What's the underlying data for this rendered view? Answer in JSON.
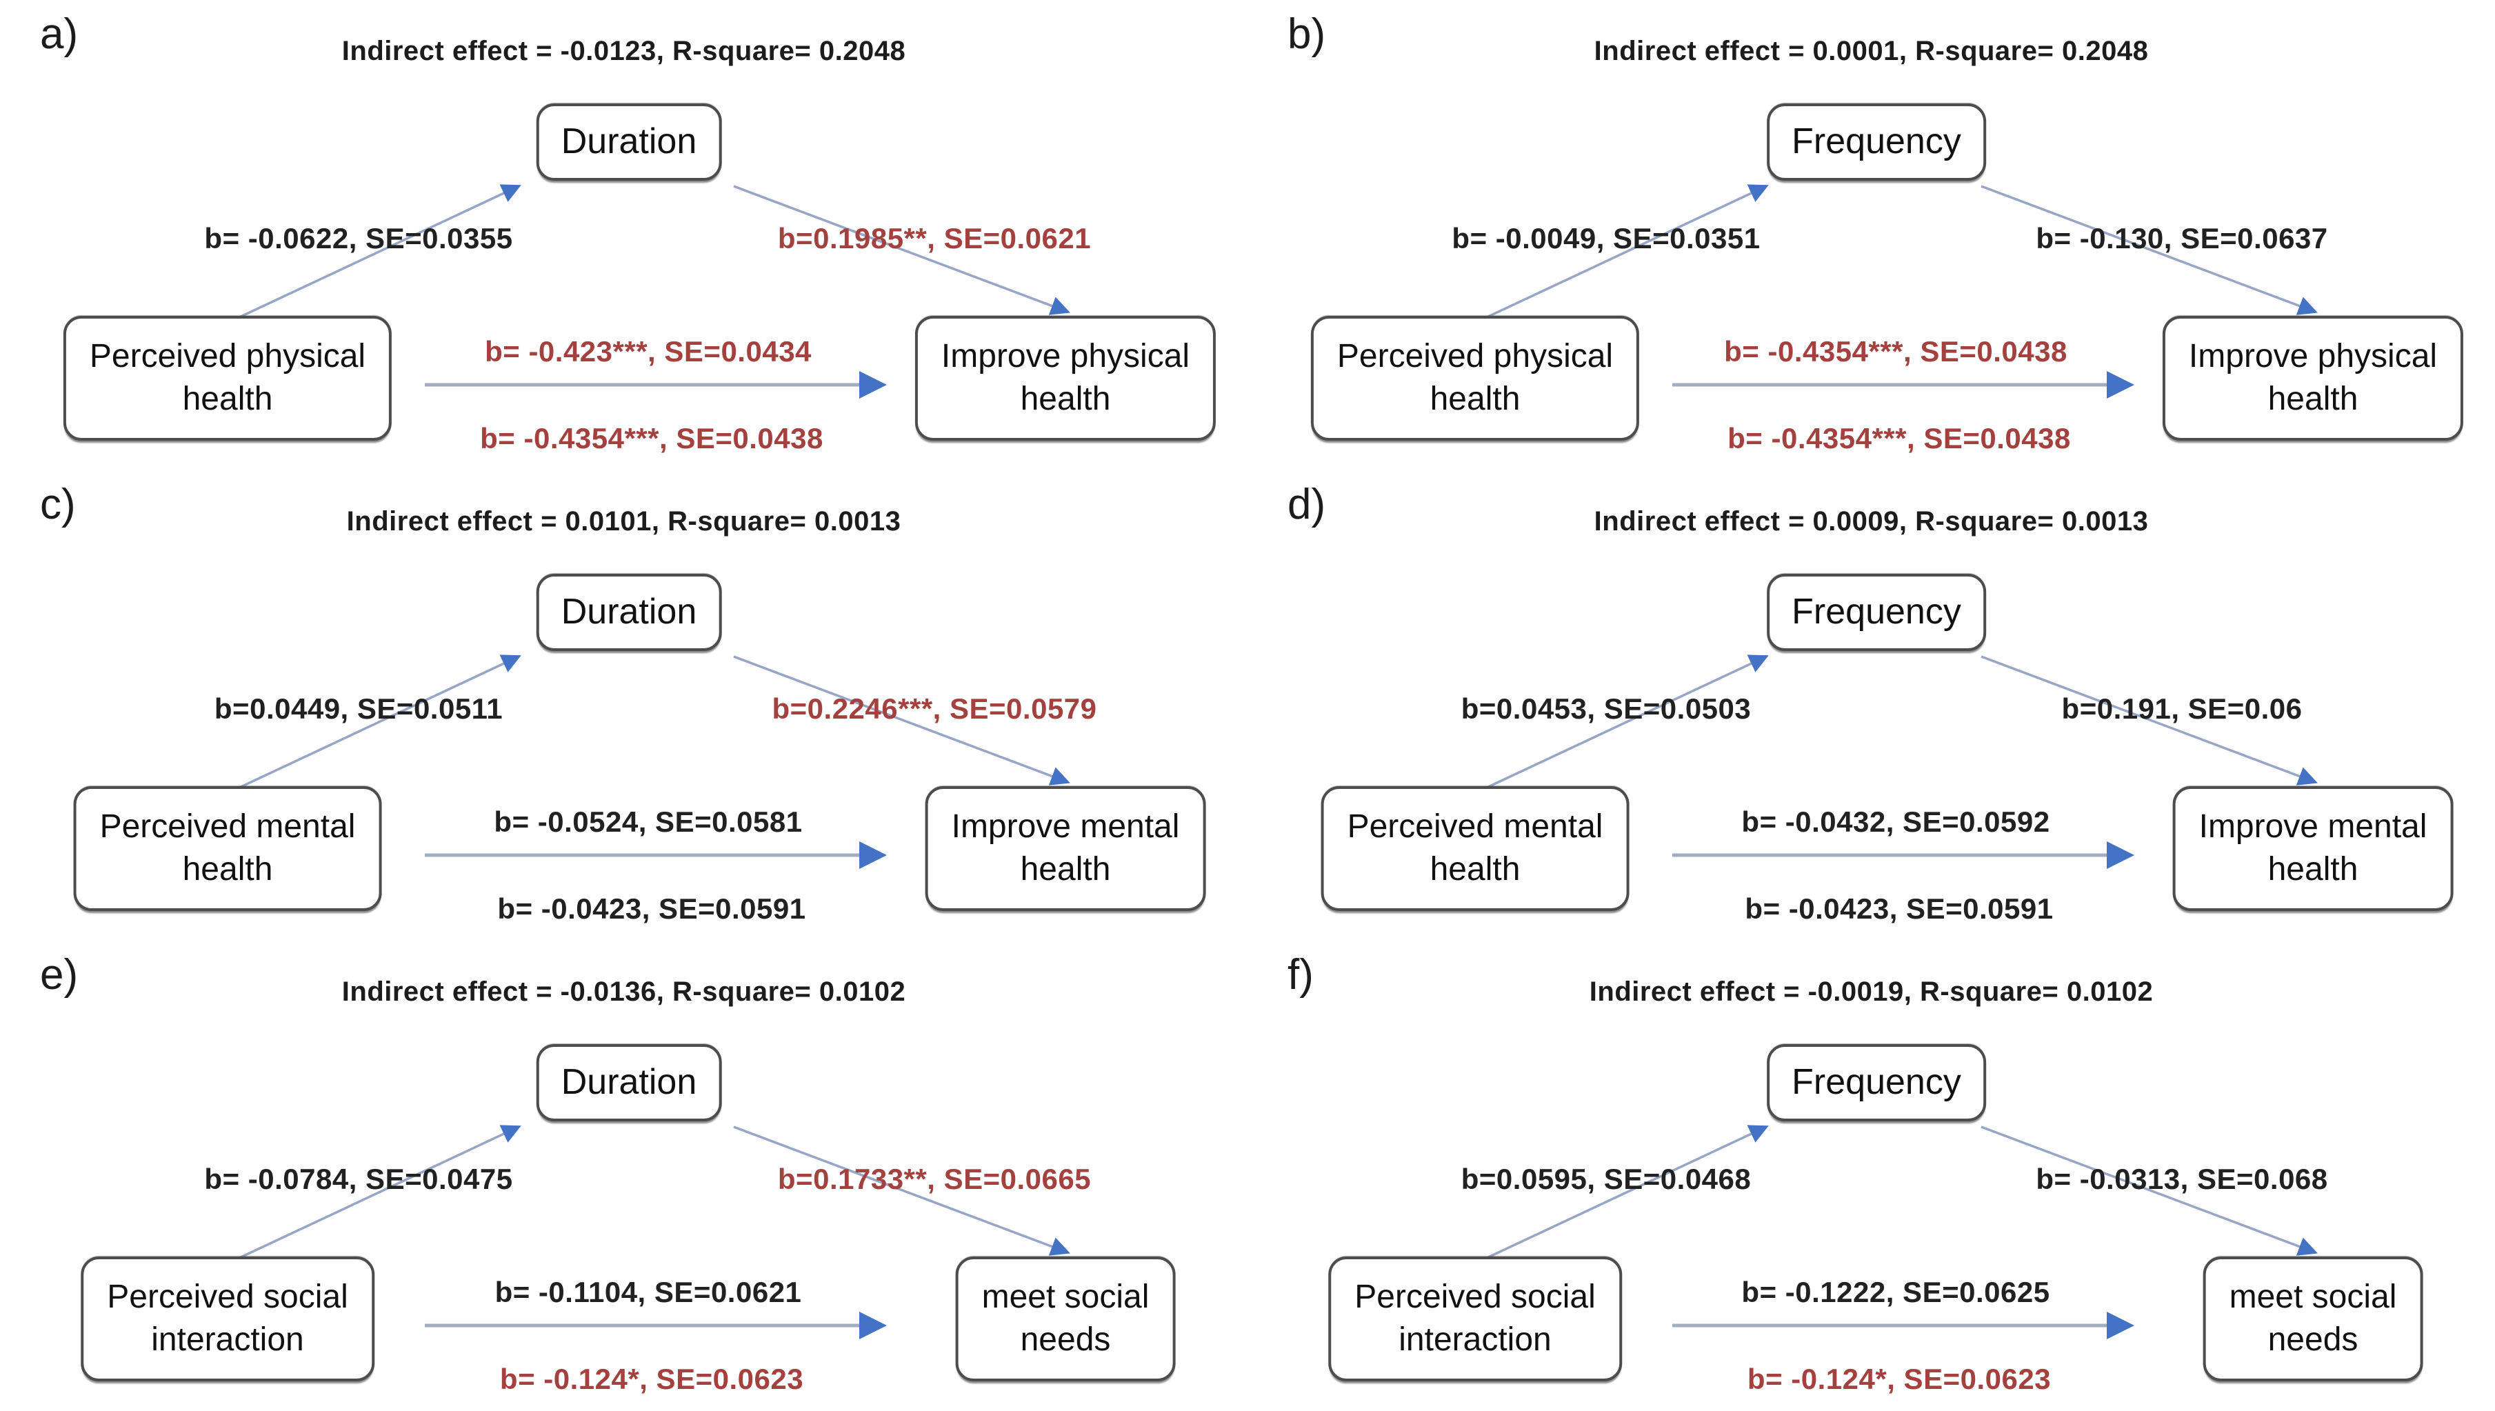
{
  "colors": {
    "significant_red": "#a4403d",
    "text_black": "#212121",
    "arrow_blue": "#4472c4",
    "line_blue_gray": "#97a5c6"
  },
  "panels": [
    {
      "label": "a)",
      "title": "Indirect effect = -0.0123, R-square= 0.2048",
      "mediator": "Duration",
      "a_path": {
        "text": "b= -0.0622, SE=0.0355",
        "color": "black"
      },
      "b_path": {
        "text": "b=0.1985**, SE=0.0621",
        "color": "red"
      },
      "direct_top": {
        "text": "b= -0.423***, SE=0.0434",
        "color": "red"
      },
      "direct_bottom": {
        "text": "b= -0.4354***, SE=0.0438",
        "color": "red"
      },
      "left_box": [
        "Perceived physical",
        "health"
      ],
      "right_box": [
        "Improve physical",
        "health"
      ]
    },
    {
      "label": "b)",
      "title": "Indirect effect = 0.0001, R-square= 0.2048",
      "mediator": "Frequency",
      "a_path": {
        "text": "b= -0.0049, SE=0.0351",
        "color": "black"
      },
      "b_path": {
        "text": "b= -0.130, SE=0.0637",
        "color": "black"
      },
      "direct_top": {
        "text": "b= -0.4354***, SE=0.0438",
        "color": "red"
      },
      "direct_bottom": {
        "text": "b= -0.4354***, SE=0.0438",
        "color": "red"
      },
      "left_box": [
        "Perceived physical",
        "health"
      ],
      "right_box": [
        "Improve physical",
        "health"
      ]
    },
    {
      "label": "c)",
      "title": "Indirect effect = 0.0101, R-square= 0.0013",
      "mediator": "Duration",
      "a_path": {
        "text": "b=0.0449, SE=0.0511",
        "color": "black"
      },
      "b_path": {
        "text": "b=0.2246***, SE=0.0579",
        "color": "red"
      },
      "direct_top": {
        "text": "b= -0.0524, SE=0.0581",
        "color": "black"
      },
      "direct_bottom": {
        "text": "b= -0.0423, SE=0.0591",
        "color": "black"
      },
      "left_box": [
        "Perceived mental",
        "health"
      ],
      "right_box": [
        "Improve mental",
        "health"
      ]
    },
    {
      "label": "d)",
      "title": "Indirect effect = 0.0009, R-square= 0.0013",
      "mediator": "Frequency",
      "a_path": {
        "text": "b=0.0453, SE=0.0503",
        "color": "black"
      },
      "b_path": {
        "text": "b=0.191, SE=0.06",
        "color": "black"
      },
      "direct_top": {
        "text": "b= -0.0432, SE=0.0592",
        "color": "black"
      },
      "direct_bottom": {
        "text": "b= -0.0423, SE=0.0591",
        "color": "black"
      },
      "left_box": [
        "Perceived mental",
        "health"
      ],
      "right_box": [
        "Improve mental",
        "health"
      ]
    },
    {
      "label": "e)",
      "title": "Indirect effect = -0.0136, R-square= 0.0102",
      "mediator": "Duration",
      "a_path": {
        "text": "b= -0.0784, SE=0.0475",
        "color": "black"
      },
      "b_path": {
        "text": "b=0.1733**, SE=0.0665",
        "color": "red"
      },
      "direct_top": {
        "text": "b= -0.1104, SE=0.0621",
        "color": "black"
      },
      "direct_bottom": {
        "text": "b= -0.124*, SE=0.0623",
        "color": "red"
      },
      "left_box": [
        "Perceived social",
        "interaction"
      ],
      "right_box": [
        "meet social",
        "needs"
      ]
    },
    {
      "label": "f)",
      "title": "Indirect effect = -0.0019, R-square= 0.0102",
      "mediator": "Frequency",
      "a_path": {
        "text": "b=0.0595, SE=0.0468",
        "color": "black"
      },
      "b_path": {
        "text": "b= -0.0313, SE=0.068",
        "color": "black"
      },
      "direct_top": {
        "text": "b= -0.1222, SE=0.0625",
        "color": "black"
      },
      "direct_bottom": {
        "text": "b= -0.124*, SE=0.0623",
        "color": "red"
      },
      "left_box": [
        "Perceived social",
        "interaction"
      ],
      "right_box": [
        "meet social",
        "needs"
      ]
    }
  ]
}
